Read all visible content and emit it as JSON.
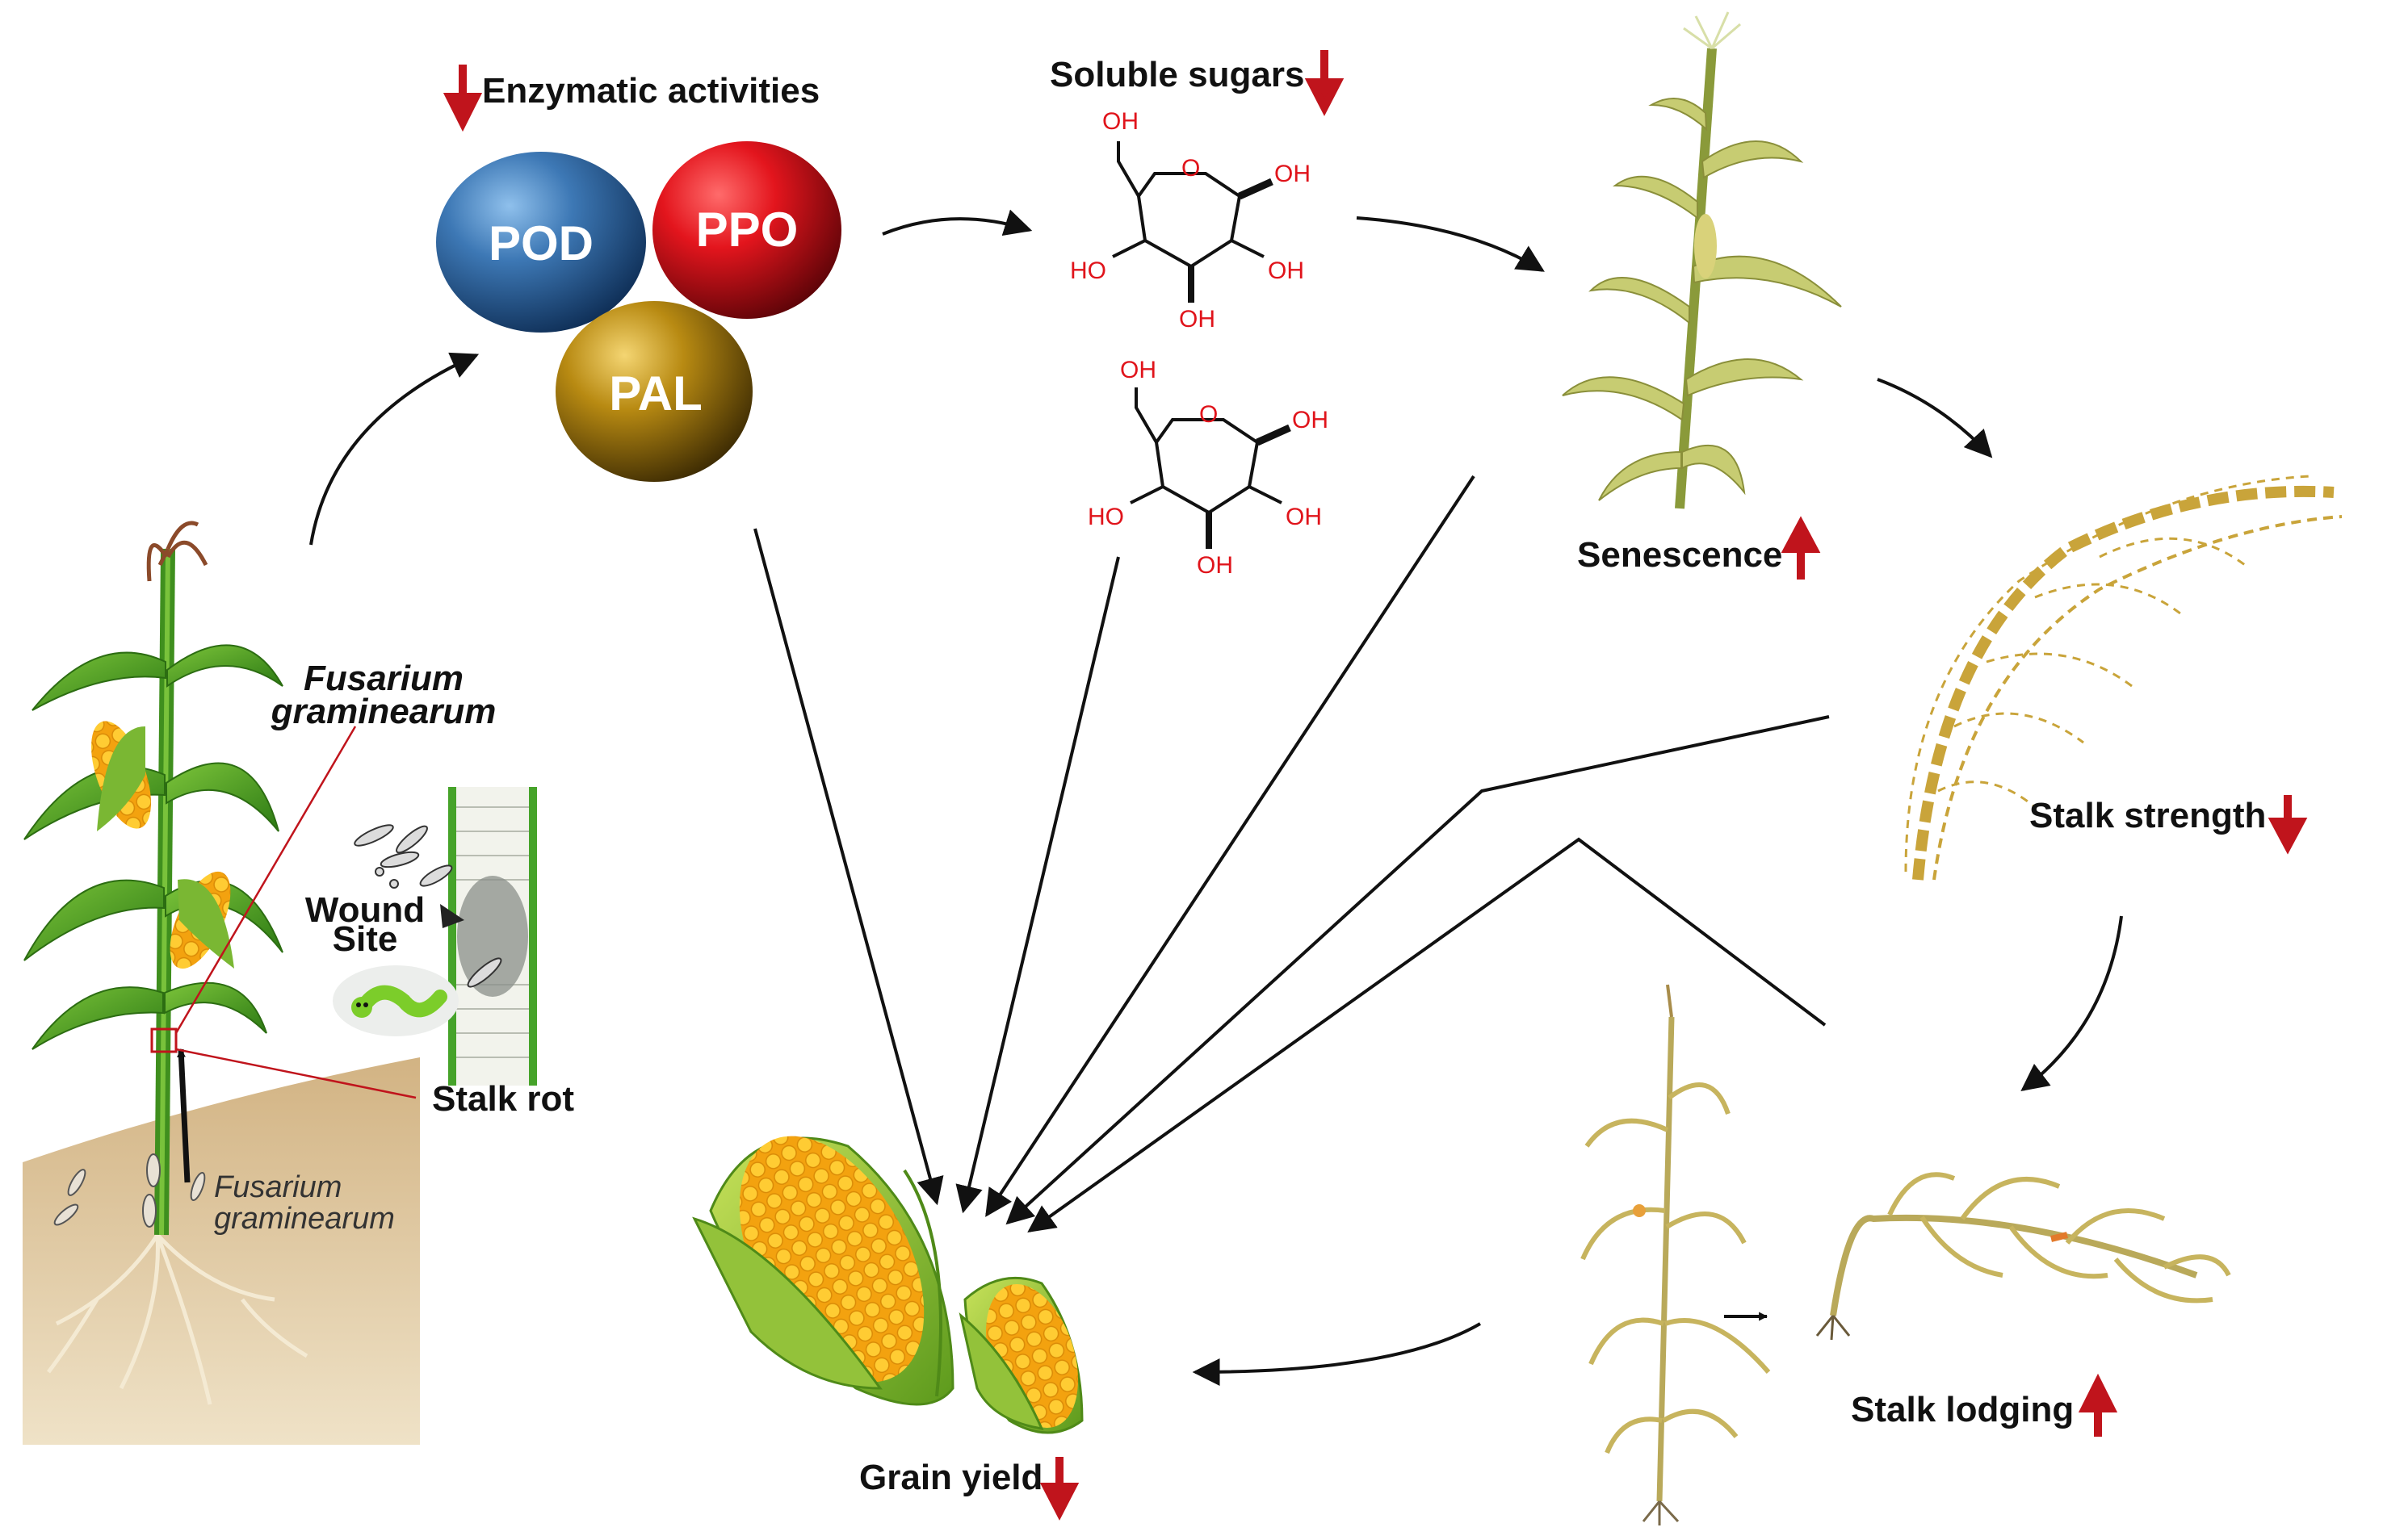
{
  "colors": {
    "down_arrow": "#c0141c",
    "up_arrow": "#c0141c",
    "pod": "#2e6aa8",
    "ppo": "#d4141c",
    "pal": "#a57c10",
    "chem_label": "#e0141b",
    "maize_green": "#3f9a1e",
    "soil": "#c8a878",
    "dry_stalk": "#c9b86a",
    "kernel": "#f2a813"
  },
  "enzymes": {
    "title": "Enzymatic activities",
    "title_icon": "down-arrow",
    "pod": "POD",
    "ppo": "PPO",
    "pal": "PAL"
  },
  "sugars": {
    "title": "Soluble sugars",
    "title_icon": "down-arrow",
    "molecule_1": {
      "top": "OH",
      "right_top": "OH",
      "left": "HO",
      "right": "OH",
      "bottom": "OH"
    },
    "molecule_2": {
      "top": "OH",
      "right_top": "OH",
      "left": "HO",
      "right": "OH",
      "bottom": "OH"
    }
  },
  "senescence": {
    "label": "Senescence",
    "icon": "up-arrow"
  },
  "stalk_strength": {
    "label": "Stalk strength",
    "icon": "down-arrow"
  },
  "stalk_lodging": {
    "label": "Stalk lodging",
    "icon": "up-arrow"
  },
  "grain_yield": {
    "label": "Grain yield",
    "icon": "down-arrow"
  },
  "infection": {
    "pathogen_label_line1": "Fusarium",
    "pathogen_label_line2": "graminearum",
    "wound_line1": "Wound",
    "wound_line2": "Site",
    "stalk_rot": "Stalk rot",
    "soil_pathogen_line1": "Fusarium",
    "soil_pathogen_line2": "graminearum"
  }
}
